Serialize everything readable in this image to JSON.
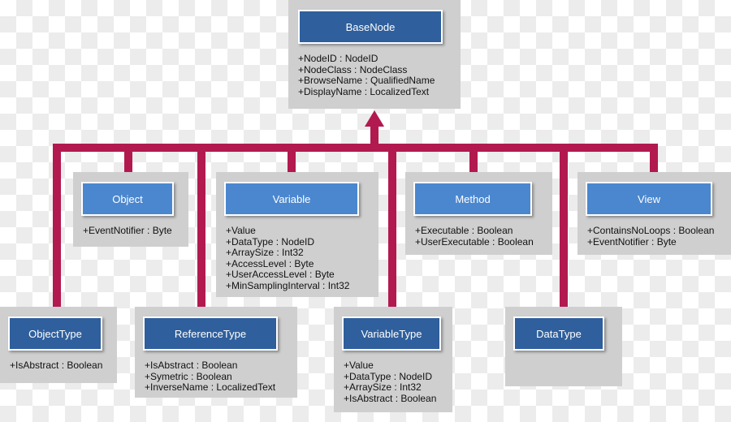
{
  "colors": {
    "connector": "#b2194f",
    "box_background": "#cfcfcf",
    "title_dark": "#2f5f9c",
    "title_light": "#4b87cf",
    "title_text": "#ffffff"
  },
  "nodes": {
    "basenode": {
      "title": "BaseNode",
      "attributes": [
        "+NodeID : NodeID",
        "+NodeClass : NodeClass",
        "+BrowseName : QualifiedName",
        "+DisplayName : LocalizedText"
      ]
    },
    "object": {
      "title": "Object",
      "attributes": [
        "+EventNotifier : Byte"
      ]
    },
    "variable": {
      "title": "Variable",
      "attributes": [
        "+Value",
        "+DataType : NodeID",
        "+ArraySize : Int32",
        "+AccessLevel : Byte",
        "+UserAccessLevel : Byte",
        "+MinSamplingInterval : Int32"
      ]
    },
    "method": {
      "title": "Method",
      "attributes": [
        "+Executable : Boolean",
        "+UserExecutable : Boolean"
      ]
    },
    "view": {
      "title": "View",
      "attributes": [
        "+ContainsNoLoops : Boolean",
        "+EventNotifier : Byte"
      ]
    },
    "objecttype": {
      "title": "ObjectType",
      "attributes": [
        "+IsAbstract : Boolean"
      ]
    },
    "referencetype": {
      "title": "ReferenceType",
      "attributes": [
        "+IsAbstract : Boolean",
        "+Symetric : Boolean",
        "+InverseName : LocalizedText"
      ]
    },
    "variabletype": {
      "title": "VariableType",
      "attributes": [
        "+Value",
        "+DataType : NodeID",
        "+ArraySize : Int32",
        "+IsAbstract : Boolean"
      ]
    },
    "datatype": {
      "title": "DataType",
      "attributes": []
    }
  }
}
